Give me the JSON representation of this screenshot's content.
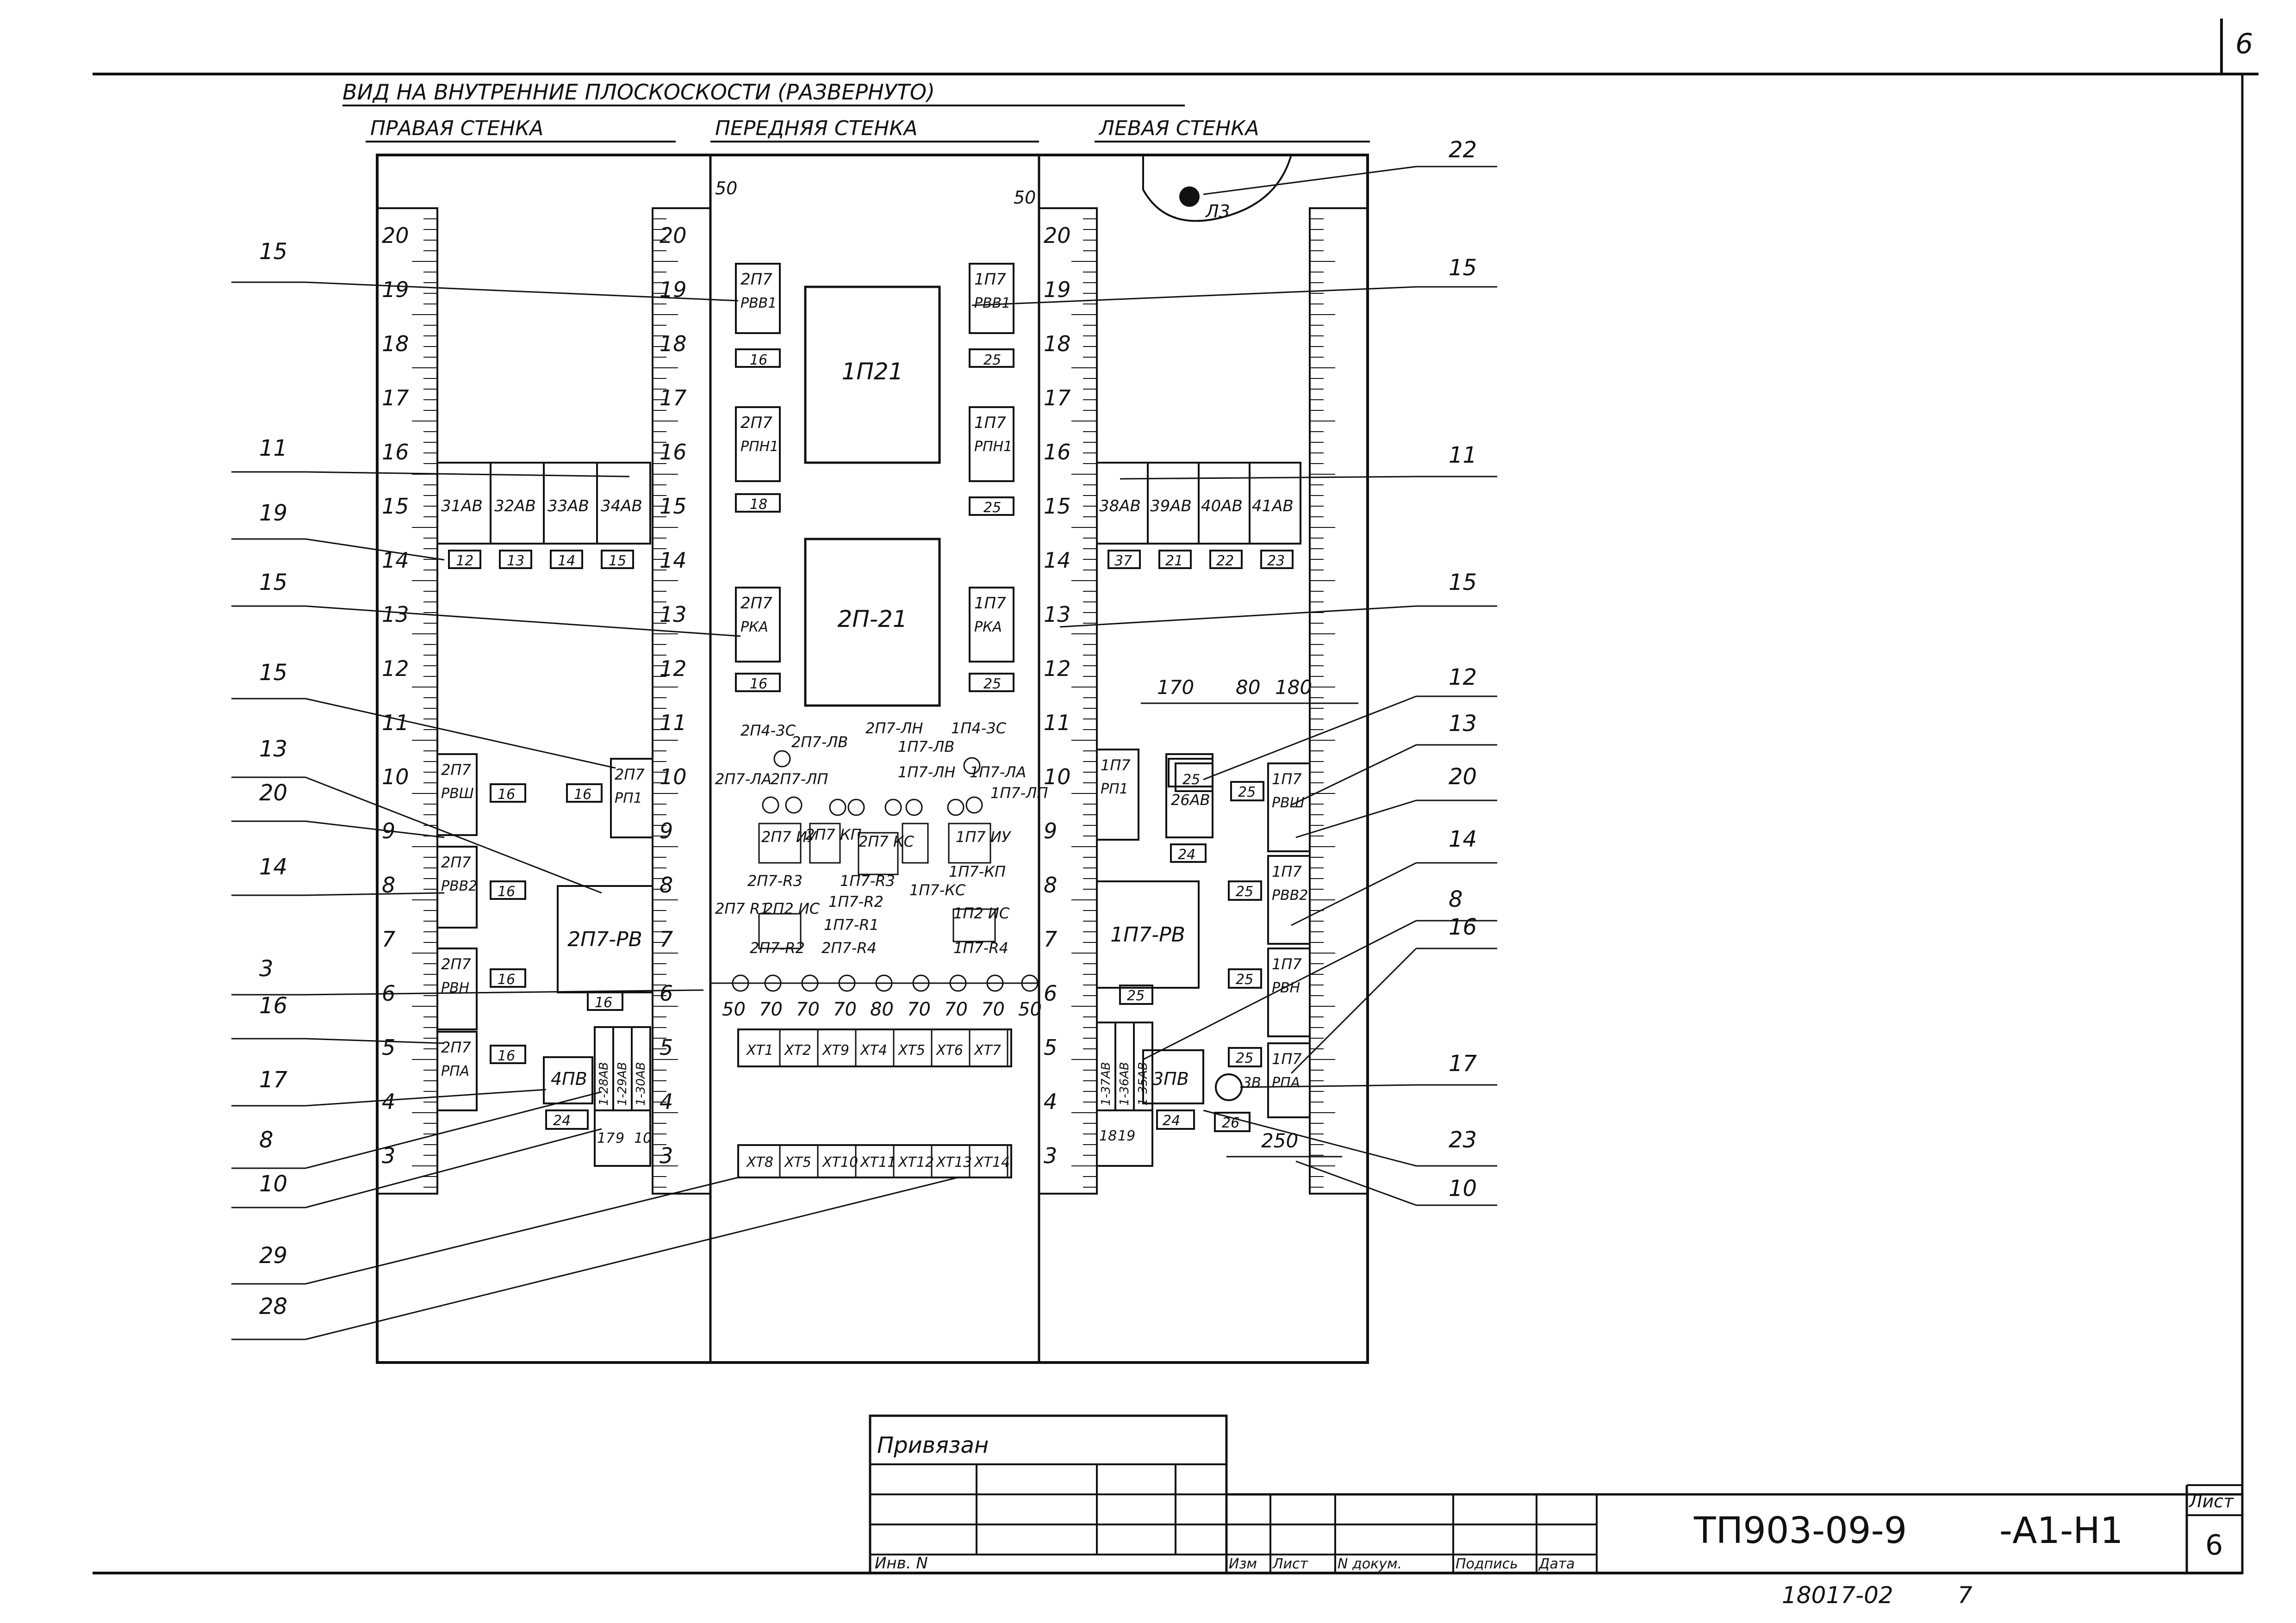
{
  "sheet_number_top": "6",
  "headings": {
    "main": "ВИД НА ВНУТРЕННИЕ   ПЛОСКОСКОСТИ (РАЗВЕРНУТО)",
    "right_wall": "ПРАВАЯ   СТЕНКА",
    "front_wall": "ПЕРЕДНЯЯ  СТЕНКА",
    "left_wall": "ЛЕВАЯ  СТЕНКА"
  },
  "scale_numbers": [
    "20",
    "19",
    "18",
    "17",
    "16",
    "15",
    "14",
    "13",
    "12",
    "11",
    "10",
    "9",
    "8",
    "7",
    "6",
    "5",
    "4",
    "3"
  ],
  "dims": {
    "top_left": "50",
    "top_right": "50",
    "left_170": "170",
    "left_80": "80",
    "left_180": "180",
    "left_250": "250",
    "row": [
      "50",
      "70",
      "70",
      "70",
      "80",
      "70",
      "70",
      "70",
      "50"
    ]
  },
  "lamp": "Л3",
  "components": {
    "front_top_left": [
      "2П7",
      "РВВ1",
      "16"
    ],
    "front_mid_left": [
      "2П7",
      "РПН1",
      "18"
    ],
    "front_low_left": [
      "2П7",
      "РКА",
      "16"
    ],
    "front_top_right": [
      "1П7",
      "РВВ1",
      "25"
    ],
    "front_mid_right": [
      "1П7",
      "РПН1",
      "25"
    ],
    "front_low_right": [
      "1П7",
      "РКА",
      "25"
    ],
    "big_block_top": "1П21",
    "big_block_bottom": "2П-21",
    "right_wall_row": [
      "31АВ",
      "32АВ",
      "33АВ",
      "34АВ"
    ],
    "right_wall_row_nums": [
      "12",
      "13",
      "14",
      "15"
    ],
    "left_wall_row": [
      "38АВ",
      "39АВ",
      "40АВ",
      "41АВ"
    ],
    "left_wall_row_nums": [
      "37",
      "21",
      "22",
      "23"
    ],
    "rw_rvsh": [
      "2П7",
      "РВШ"
    ],
    "rw_rvv2": [
      "2П7",
      "РВВ2"
    ],
    "rw_rvn": [
      "2П7",
      "РВН"
    ],
    "rw_rpa": [
      "2П7",
      "РПА"
    ],
    "rw_rp1": [
      "2П7",
      "РП1"
    ],
    "rw_rv": "2П7-РВ",
    "rw_4pv": "4ПВ",
    "rw_av_vertical": [
      "1-28АВ",
      "1-29АВ",
      "1-30АВ"
    ],
    "rw_small_labels": [
      "16",
      "16",
      "16",
      "16",
      "16",
      "16",
      "24",
      "17",
      "9",
      "10"
    ],
    "lw_rp1": [
      "1П7",
      "РП1"
    ],
    "lw_26av": "26АВ",
    "lw_rvsh": [
      "1П7",
      "РВШ"
    ],
    "lw_rvv2": [
      "1П7",
      "РВВ2"
    ],
    "lw_rvn": [
      "1П7",
      "РВН"
    ],
    "lw_rpa": [
      "1П7",
      "РПА"
    ],
    "lw_rv": "1П7-РВ",
    "lw_3pv": "3ПВ",
    "lw_av_vertical": [
      "1-37АВ",
      "1-36АВ",
      "1-35АВ"
    ],
    "lw_small_labels": [
      "25",
      "25",
      "24",
      "25",
      "25",
      "25",
      "25",
      "18",
      "19",
      "24",
      "26"
    ],
    "lamp_3v": "3В",
    "front_center_labels": [
      "2П4-3С",
      "2П7-ЛВ",
      "2П7-ЛН",
      "1П4-3С",
      "1П7-ЛВ",
      "2П7-ЛА",
      "2П7-ЛП",
      "1П7-ЛН",
      "1П7-ЛА",
      "1П7-ЛП",
      "2П7 ИУ",
      "2П7 КП",
      "2П7 КС",
      "1П7 ИУ",
      "1П7-КС",
      "1П7-КП",
      "2П7-R3",
      "1П7-R3",
      "2П7 R1",
      "2П2 ИС",
      "1П7-R2",
      "1П7-R1",
      "1П2 ИС",
      "2П7-R4",
      "1П7-R4",
      "2П7-R2"
    ]
  },
  "terminals_top": [
    "ХТ1",
    "ХТ2",
    "ХТ9",
    "ХТ4",
    "ХТ5",
    "ХТ6",
    "ХТ7"
  ],
  "terminals_bottom": [
    "ХТ8",
    "ХТ5",
    "ХТ10",
    "ХТ11",
    "ХТ12",
    "ХТ13",
    "ХТ14"
  ],
  "callouts_left": [
    "15",
    "11",
    "19",
    "15",
    "15",
    "13",
    "20",
    "14",
    "3",
    "16",
    "17",
    "8",
    "10",
    "29",
    "28"
  ],
  "callouts_right": [
    "22",
    "15",
    "11",
    "15",
    "12",
    "13",
    "20",
    "14",
    "8",
    "16",
    "17",
    "23",
    "10"
  ],
  "title_block": {
    "privyazan": "Привязан",
    "inv": "Инв. N",
    "cols": [
      "Изм",
      "Лист",
      "N докум.",
      "Подпись",
      "Дата"
    ],
    "code": "ТП903-09-9",
    "suffix": "-А1-Н1",
    "list_label": "Лист",
    "list_number": "6",
    "bottom_code": "18017-02",
    "bottom_num": "7"
  }
}
